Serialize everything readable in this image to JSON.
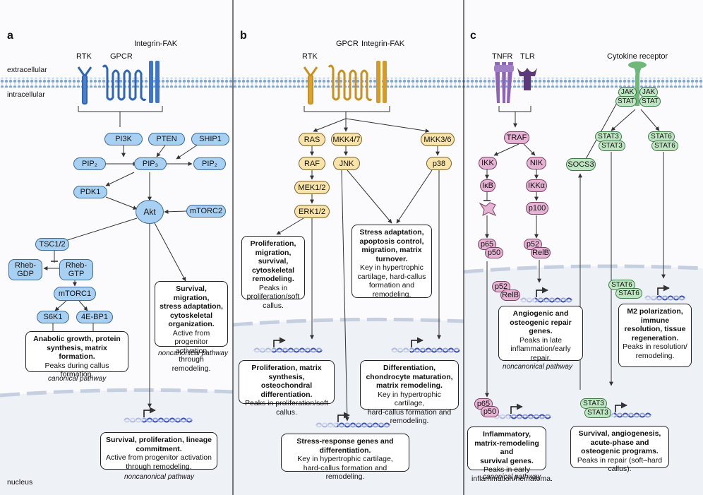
{
  "panels": {
    "a": "a",
    "b": "b",
    "c": "c"
  },
  "compartments": {
    "extracellular": "extracellular",
    "intracellular": "intracellular",
    "nucleus": "nucleus"
  },
  "receptors": {
    "a": {
      "rtk": "RTK",
      "gpcr": "GPCR",
      "integrin": "Integrin-FAK"
    },
    "b": {
      "rtk": "RTK",
      "gpcr": "GPCR",
      "integrin": "Integrin-FAK"
    },
    "c": {
      "tnfr": "TNFR",
      "tlr": "TLR",
      "cytokine": "Cytokine receptor"
    }
  },
  "nodes_a": {
    "pi3k": "PI3K",
    "pten": "PTEN",
    "ship1": "SHIP1",
    "pip2_left": "PIP₂",
    "pip3": "PIP₃",
    "pip2_right": "PIP₂",
    "pdk1": "PDK1",
    "akt": "Akt",
    "mtorc2": "mTORC2",
    "tsc": "TSC1/2",
    "rheb_gdp": "Rheb-\nGDP",
    "rheb_gtp": "Rheb-\nGTP",
    "mtorc1": "mTORC1",
    "s6k1": "S6K1",
    "ebp1": "4E-BP1"
  },
  "nodes_b": {
    "ras": "RAS",
    "mkk47": "MKK4/7",
    "mkk36": "MKK3/6",
    "raf": "RAF",
    "jnk": "JNK",
    "p38": "p38",
    "mek": "MEK1/2",
    "erk": "ERK1/2"
  },
  "nodes_c": {
    "traf": "TRAF",
    "ikk": "IKK",
    "nik": "NIK",
    "ikb": "IκB",
    "ikka": "IKKα",
    "p100": "p100",
    "p65": "p65",
    "p50": "p50",
    "p52": "p52",
    "relb": "RelB",
    "p52n": "p52",
    "relbn": "RelB",
    "p65n": "p65",
    "p50n": "p50",
    "jak_l": "JAK",
    "stat_l": "STAT",
    "jak_r": "JAK",
    "stat_r": "STAT",
    "stat3a": "STAT3",
    "stat3b": "STAT3",
    "stat6a": "STAT6",
    "stat6b": "STAT6",
    "socs3": "SOCS3",
    "stat6na": "STAT6",
    "stat6nb": "STAT6",
    "stat3na": "STAT3",
    "stat3nb": "STAT3"
  },
  "boxes": {
    "a_anabolic": {
      "head": "Anabolic growth, protein\nsynthesis, matrix formation.",
      "body": "Peaks during callus\nformation."
    },
    "a_survival_cyto": {
      "head": "Survival, migration,\nstress adaptation,\ncytoskeletal\norganization.",
      "body": "Active from\nprogenitor activation\nthrough remodeling."
    },
    "a_nuclear": {
      "head": "Survival, proliferation, lineage\ncommitment.",
      "body": "Active from progenitor activation\nthrough remodeling."
    },
    "b_prolif_cyto": {
      "head": "Proliferation,\nmigration,\nsurvival,\ncytoskeletal\nremodeling.",
      "body": "Peaks in\nproliferation/soft\ncallus."
    },
    "b_stress_cyto": {
      "head": "Stress adaptation,\napoptosis control,\nmigration, matrix\nturnover.",
      "body": "Key in hypertrophic\ncartilage, hard-callus\nformation and\nremodeling."
    },
    "b_prolif_nuc": {
      "head": "Proliferation, matrix\nsynthesis, osteochondral\ndifferentiation.",
      "body": "Peaks in proliferation/soft\ncallus."
    },
    "b_diff_nuc": {
      "head": "Differentiation,\nchondrocyte maturation,\nmatrix remodeling.",
      "body": "Key in hypertrophic cartilage,\nhard-callus formation and\nremodeling."
    },
    "b_stress_nuc": {
      "head": "Stress-response genes and\ndifferentiation.",
      "body": "Key in hypertrophic cartilage,\nhard-callus formation and remodeling."
    },
    "c_angio": {
      "head": "Angiogenic and\nosteogenic repair\ngenes.",
      "body": "Peaks in late\ninflammation/early\nrepair."
    },
    "c_m2": {
      "head": "M2 polarization,\nimmune\nresolution, tissue\nregeneration.",
      "body": "Peaks in resolution/\nremodeling."
    },
    "c_inflam": {
      "head": "Inflammatory,\nmatrix-remodeling and\nsurvival genes.",
      "body": "Peaks in early\ninflammation/hematoma."
    },
    "c_survival": {
      "head": "Survival, angiogenesis,\nacute-phase and\nosteogenic programs.",
      "body": "Peaks in repair (soft–hard\ncallus)."
    }
  },
  "pathway_labels": {
    "a_canonical": "canonical pathway",
    "a_noncanonical": "noncanonical pathway",
    "a_noncanonical_nuc": "noncanonical pathway",
    "c_noncanonical": "noncanonical pathway",
    "c_canonical": "canonical pathway"
  },
  "colors": {
    "pi3k_nodes": "#a8d0f2",
    "mapk_nodes": "#f8e3a8",
    "nfkb_nodes": "#e7b3d4",
    "stat_nodes": "#bfe6c3",
    "membrane": "#9fbfe6",
    "dna": "#3b4fb0"
  }
}
